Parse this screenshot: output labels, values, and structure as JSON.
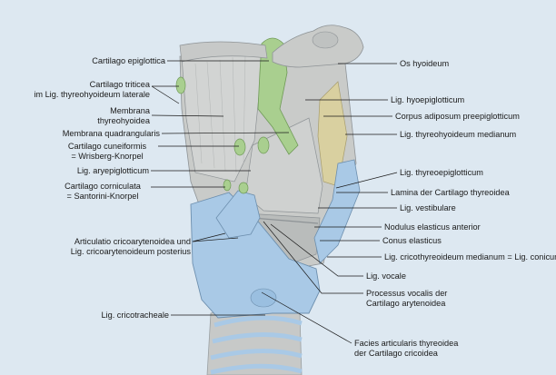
{
  "labels": {
    "cartilago_epiglottica": "Cartilago epiglottica",
    "cartilago_triticea_1": "Cartilago triticea",
    "cartilago_triticea_2": "im Lig. thyreohyoideum laterale",
    "membrana_thyreohyoidea_1": "Membrana",
    "membrana_thyreohyoidea_2": "thyreohyoidea",
    "membrana_quadrangularis": "Membrana quadrangularis",
    "cartilago_cuneiformis_1": "Cartilago cuneiformis",
    "cartilago_cuneiformis_2": "= Wrisberg-Knorpel",
    "lig_aryepiglotticum": "Lig. aryepiglotticum",
    "cartilago_corniculata_1": "Cartilago corniculata",
    "cartilago_corniculata_2": "= Santorini-Knorpel",
    "articulatio_1": "Articulatio cricoarytenoidea und",
    "articulatio_2": "Lig. cricoarytenoideum posterius",
    "lig_cricotracheale": "Lig. cricotracheale",
    "os_hyoideum": "Os hyoideum",
    "lig_hyoepiglotticum": "Lig. hyoepiglotticum",
    "corpus_adiposum": "Corpus adiposum preepiglotticum",
    "lig_thyreohyoideum_medianum": "Lig. thyreohyoideum medianum",
    "lig_thyreoepiglotticum": "Lig. thyreoepiglotticum",
    "lamina_cartilago_thyreoidea": "Lamina der Cartilago thyreoidea",
    "lig_vestibulare": "Lig. vestibulare",
    "nodulus_elasticus": "Nodulus elasticus anterior",
    "conus_elasticus": "Conus elasticus",
    "lig_cricothyreoideum": "Lig. cricothyreoideum medianum = Lig. conicum",
    "lig_vocale": "Lig. vocale",
    "processus_vocalis_1": "Processus vocalis der",
    "processus_vocalis_2": "Cartilago arytenoidea",
    "facies_articularis_1": "Facies articularis thyreoidea",
    "facies_articularis_2": "der Cartilago cricoidea"
  },
  "colors": {
    "background": "#dde8f1",
    "cartilage_blue": "#a9c9e6",
    "cartilage_gray": "#c9cbc9",
    "elastic_green": "#a9cf8f",
    "fat_yellow": "#d9d0a0",
    "leader_line": "#1a1a1a"
  }
}
